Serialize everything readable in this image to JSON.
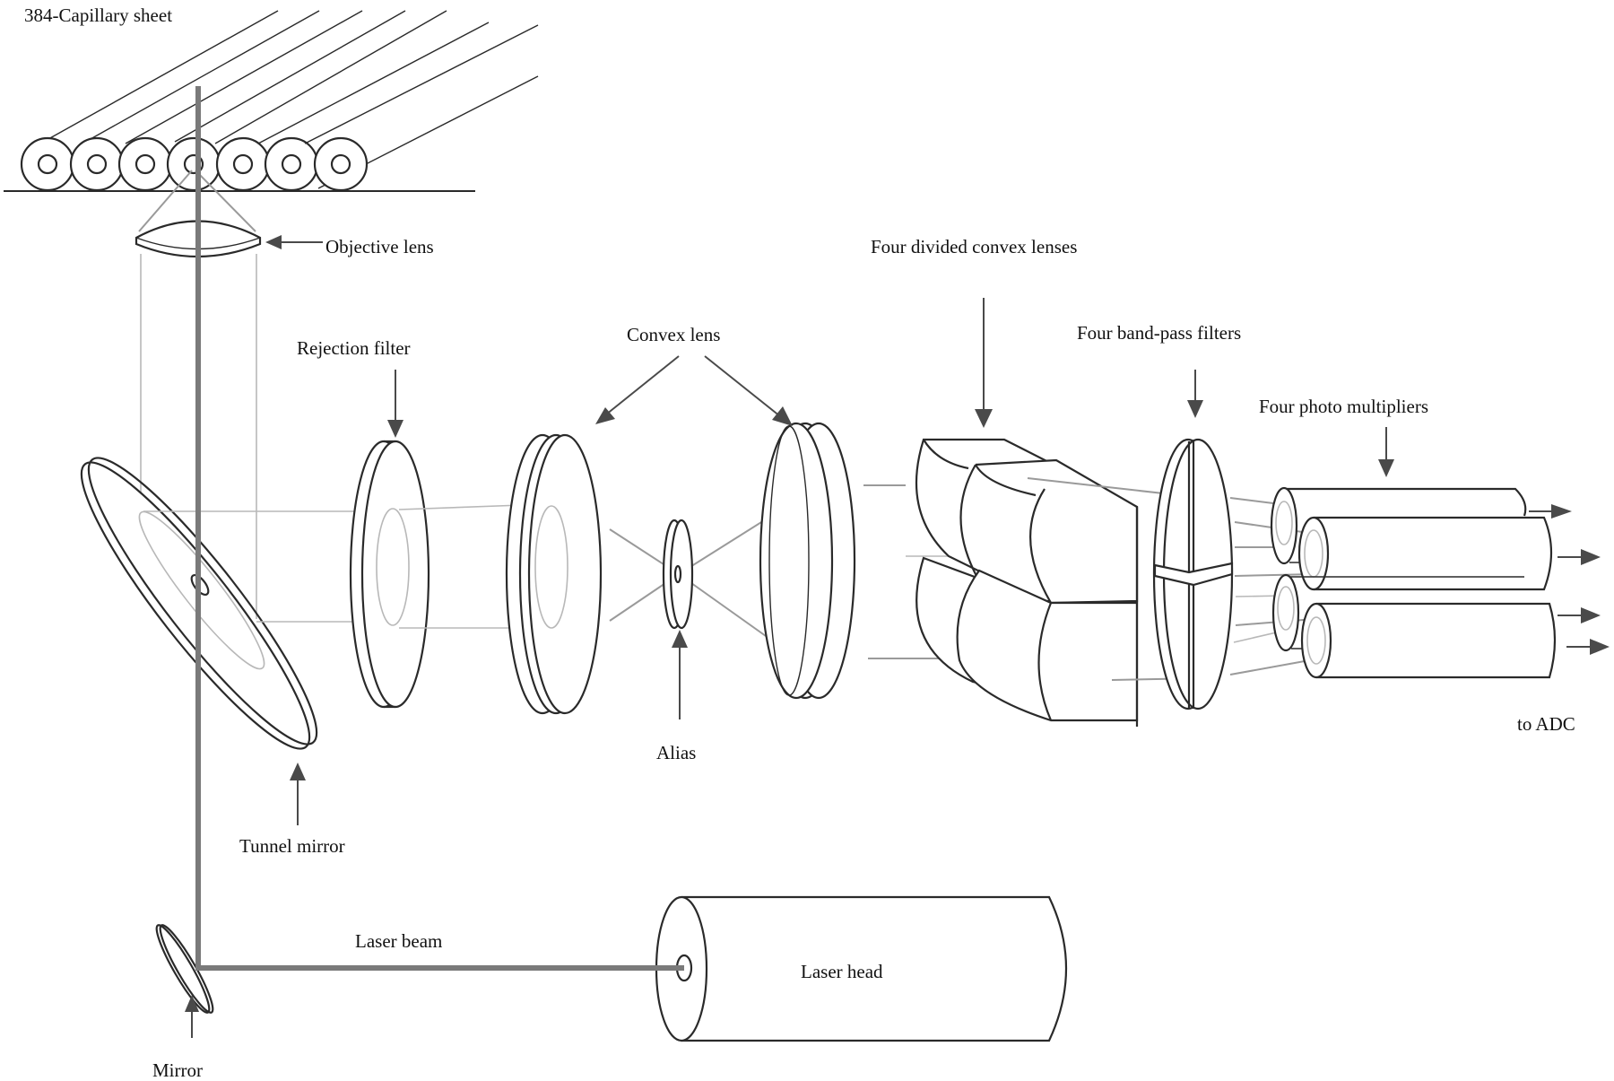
{
  "diagram": {
    "title": "384-capillary array DNA sequencer optical detection system",
    "labels": {
      "capillary_sheet": "384-Capillary sheet",
      "objective_lens": "Objective lens",
      "rejection_filter": "Rejection filter",
      "convex_lens": "Convex lens",
      "four_divided_convex_lenses": "Four divided convex lenses",
      "four_band_pass_filters": "Four band-pass filters",
      "four_photo_multipliers": "Four photo multipliers",
      "to_adc": "to ADC",
      "alias": "Alias",
      "tunnel_mirror": "Tunnel mirror",
      "laser_beam": "Laser beam",
      "laser_head": "Laser head",
      "mirror": "Mirror"
    },
    "components": [
      {
        "id": "capillary-sheet",
        "count_shown": 7
      },
      {
        "id": "objective-lens"
      },
      {
        "id": "tunnel-mirror"
      },
      {
        "id": "rejection-filter"
      },
      {
        "id": "convex-lens-1"
      },
      {
        "id": "alias"
      },
      {
        "id": "convex-lens-2"
      },
      {
        "id": "four-divided-convex-lenses",
        "count": 4
      },
      {
        "id": "four-band-pass-filters",
        "count": 4
      },
      {
        "id": "four-photo-multipliers",
        "count": 4
      },
      {
        "id": "mirror"
      },
      {
        "id": "laser-head"
      }
    ],
    "colors": {
      "line": "#2a2a2a",
      "beam": "#7a7a7a",
      "light_path": "#9a9a9a",
      "arrow": "#4a4a4a"
    }
  }
}
